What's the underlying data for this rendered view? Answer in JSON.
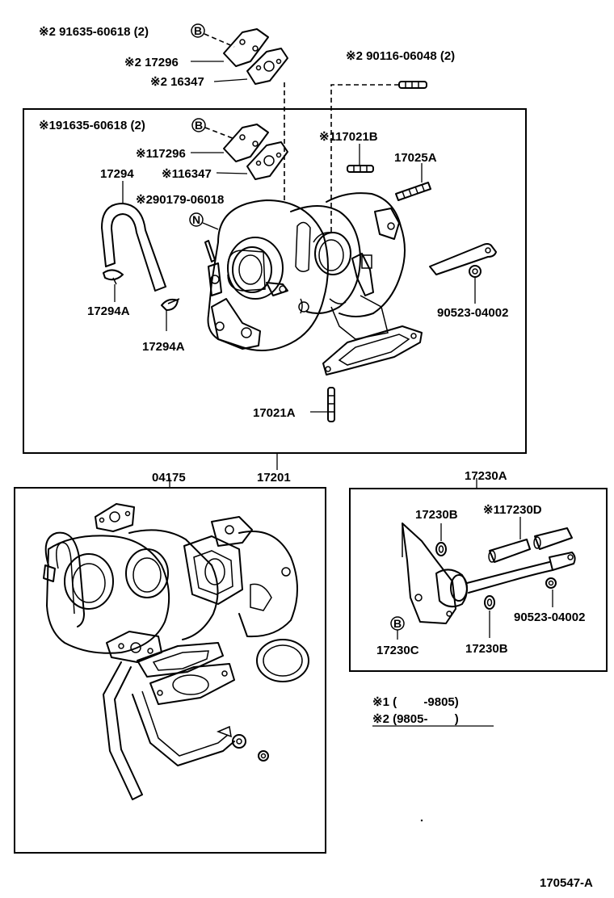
{
  "labels": {
    "p_91635_upper": "※2 91635-60618 (2)",
    "p_17296_upper": "※2 17296",
    "p_16347_upper": "※2 16347",
    "p_90116": "※2 90116-06048 (2)",
    "p_91635_lower": "※191635-60618 (2)",
    "p_17296_lower": "※117296",
    "p_16347_lower": "※116347",
    "p_17021B": "※117021B",
    "p_17294": "17294",
    "p_17025A": "17025A",
    "p_90179": "※290179-06018",
    "p_17294A_1": "17294A",
    "p_17294A_2": "17294A",
    "p_90523_top": "90523-04002",
    "p_17021A": "17021A",
    "p_04175": "04175",
    "p_17201": "17201",
    "p_17230A": "17230A",
    "p_17230B_top": "17230B",
    "p_17230D": "※117230D",
    "p_90523_bottom": "90523-04002",
    "p_17230C": "17230C",
    "p_17230B_bottom": "17230B",
    "note_1": "※1 (        -9805)",
    "note_2": "※2 (9805-        )",
    "diagram_id": "170547-A"
  },
  "markers": {
    "b_upper": "B",
    "b_lower": "B",
    "n": "N",
    "b_actuator": "B"
  }
}
